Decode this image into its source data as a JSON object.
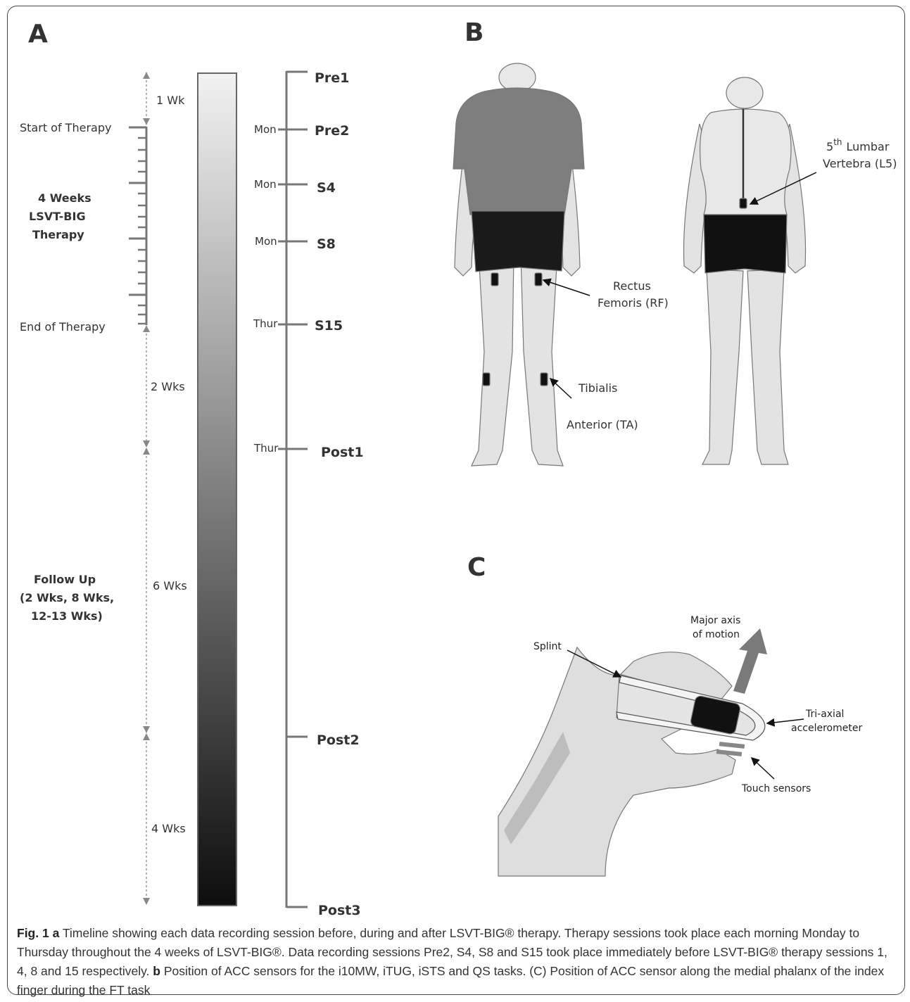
{
  "panels": {
    "a": {
      "label": "A",
      "intervals": [
        "1 Wk",
        "2 Wks",
        "6 Wks",
        "4 Wks"
      ],
      "phases": {
        "start": "Start of Therapy",
        "therapy": [
          "4  Weeks",
          "LSVT-BIG",
          "Therapy"
        ],
        "end": "End of Therapy",
        "followup": [
          "Follow Up",
          "(2 Wks, 8 Wks,",
          "12-13 Wks)"
        ]
      },
      "sessions": [
        {
          "day": "",
          "name": "Pre1"
        },
        {
          "day": "Mon",
          "name": "Pre2"
        },
        {
          "day": "Mon",
          "name": "S4"
        },
        {
          "day": "Mon",
          "name": "S8"
        },
        {
          "day": "Thur",
          "name": "S15"
        },
        {
          "day": "Thur",
          "name": "Post1"
        },
        {
          "day": "",
          "name": "Post2"
        },
        {
          "day": "",
          "name": "Post3"
        }
      ]
    },
    "b": {
      "label": "B",
      "rf": [
        "Rectus",
        "Femoris (RF)"
      ],
      "ta": [
        "Tibialis",
        "Anterior (TA)"
      ],
      "l5_sup": "th",
      "l5": [
        "5",
        "Lumbar",
        "Vertebra (L5)"
      ]
    },
    "c": {
      "label": "C",
      "axis": [
        "Major axis",
        "of motion"
      ],
      "splint": "Splint",
      "acc": [
        "Tri-axial",
        "accelerometer"
      ],
      "touch": "Touch sensors"
    }
  },
  "caption": {
    "fig": "Fig. 1",
    "a_letter": "a",
    "a_text": "Timeline showing each data recording session before, during and after LSVT-BIG® therapy. Therapy sessions took place each morning Monday to Thursday throughout the 4 weeks of LSVT-BIG®. Data recording sessions Pre2, S4, S8 and S15 took place immediately before LSVT-BIG® therapy sessions 1, 4, 8 and 15 respectively.",
    "b_letter": "b",
    "b_text": "Position of ACC sensors for the i10MW, iTUG, iSTS and QS tasks. (C) Position of ACC sensor along the medial phalanx of the index finger during the FT task"
  }
}
